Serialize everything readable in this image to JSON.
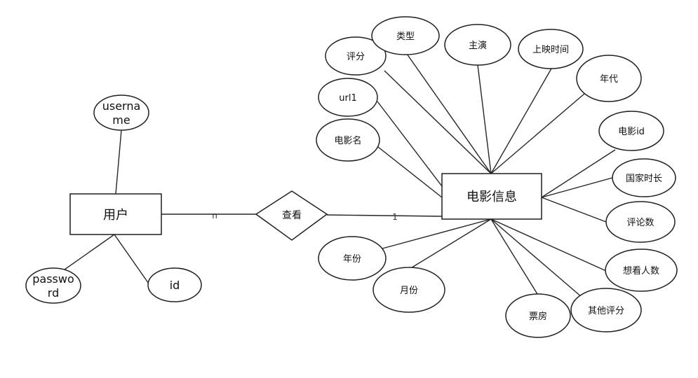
{
  "diagram": {
    "entities": {
      "user": "用户",
      "movie": "电影信息"
    },
    "relationship": {
      "label": "查看",
      "left_cardinality": "n",
      "right_cardinality": "1"
    },
    "user_attributes": {
      "username_line1": "userna",
      "username_line2": "me",
      "password_line1": "passwo",
      "password_line2": "rd",
      "id": "id"
    },
    "movie_attributes": {
      "score": "评分",
      "type": "类型",
      "actor": "主演",
      "release_time": "上映时间",
      "era": "年代",
      "url": "url1",
      "movie_id": "电影id",
      "name": "电影名",
      "country_duration": "国家时长",
      "review_count": "评论数",
      "year": "年份",
      "want_count": "想看人数",
      "month": "月份",
      "box_office": "票房",
      "other_score": "其他评分"
    }
  }
}
